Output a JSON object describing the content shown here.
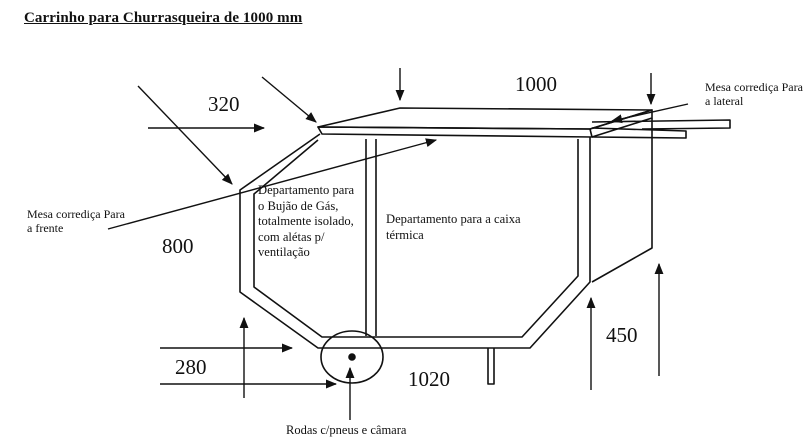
{
  "title": "Carrinho para Churrasqueira de 1000 mm",
  "labels": {
    "mesa_lateral": "Mesa corrediça Para a lateral",
    "mesa_frente": "Mesa corrediça Para a frente",
    "rodas": "Rodas c/pneus e câmara",
    "dep_bujao": "Departamento para o Bujão de Gás, totalmente isolado, com alétas p/ ventilação",
    "dep_caixa": "Departamento para a caixa térmica"
  },
  "dimensions": {
    "d320": "320",
    "d1000": "1000",
    "d800": "800",
    "d280": "280",
    "d1020": "1020",
    "d450": "450"
  },
  "colors": {
    "ink": "#111111",
    "background": "#ffffff"
  }
}
